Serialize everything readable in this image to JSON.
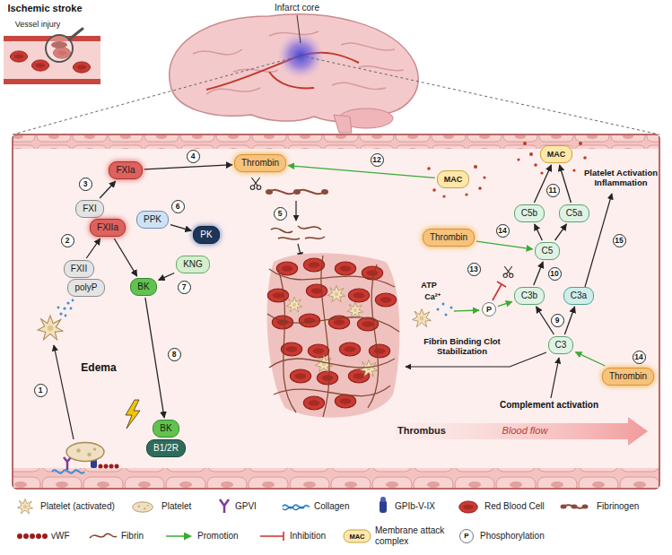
{
  "diagram": {
    "nodes": [
      {
        "text": [
          "FXII"
        ]
      },
      {
        "text": [
          "polyP"
        ]
      },
      {
        "text": [
          "FXI"
        ]
      },
      {
        "text": [
          "FXIIa"
        ]
      },
      {
        "text": [
          "PPK"
        ]
      },
      {
        "text": [
          "FXIa"
        ]
      },
      {
        "text": [
          "Thrombin"
        ]
      },
      {
        "text": [
          "PK"
        ]
      },
      {
        "text": [
          "KNG"
        ]
      },
      {
        "text": [
          "BK"
        ]
      },
      {
        "text": [
          "BK"
        ]
      },
      {
        "text": [
          "B1/2R"
        ]
      },
      {
        "text": [
          "MAC"
        ]
      },
      {
        "text": [
          "MAC"
        ]
      },
      {
        "text": [
          "C5b"
        ]
      },
      {
        "text": [
          "C5a"
        ]
      },
      {
        "text": [
          "Thrombin"
        ]
      },
      {
        "text": [
          "C5"
        ]
      },
      {
        "text": [
          "C3b"
        ]
      },
      {
        "text": [
          "C3a"
        ]
      },
      {
        "text": [
          "P"
        ]
      },
      {
        "text": [
          "C3"
        ]
      },
      {
        "text": [
          "Thrombin"
        ]
      }
    ],
    "edges": [
      {
        "from": 0,
        "to": 3,
        "arrow": "to"
      },
      {
        "from": 2,
        "to": 5,
        "arrow": "to"
      },
      {
        "from": 5,
        "to": 6,
        "arrow": "to"
      },
      {
        "from": 4,
        "to": 7,
        "arrow": "to"
      },
      {
        "from": 8,
        "to": 9,
        "arrow": "to"
      },
      {
        "from": 3,
        "to": 9,
        "arrow": "to"
      },
      {
        "from": 9,
        "to": 10,
        "arrow": "to"
      },
      {
        "from": 13,
        "to": 6,
        "arrow": "to"
      },
      {
        "from": 14,
        "to": 12,
        "arrow": "to"
      },
      {
        "from": 15,
        "to": 12,
        "arrow": "to"
      },
      {
        "from": 16,
        "to": 17,
        "arrow": "to"
      },
      {
        "from": 17,
        "to": 14,
        "arrow": "to"
      },
      {
        "from": 17,
        "to": 15,
        "arrow": "to"
      },
      {
        "from": 18,
        "to": 17,
        "arrow": "to"
      },
      {
        "from": 21,
        "to": 18,
        "arrow": "to"
      },
      {
        "from": 21,
        "to": 19,
        "arrow": "to"
      },
      {
        "from": 20,
        "to": 18,
        "arrow": "to"
      },
      {
        "from": 22,
        "to": 21,
        "arrow": "to"
      }
    ],
    "labels": [
      "Ischemic stroke",
      "Vessel injury",
      "Infarct core",
      "1",
      "2",
      "3",
      "4",
      "5",
      "6",
      "7",
      "8",
      "Edema",
      "12",
      "11",
      "Platelet Activation Inflammation",
      "15",
      "14",
      "10",
      "ATP",
      "Ca²⁺",
      "13",
      "9",
      "Fibrin Binding Clot Stabilization",
      "14",
      "Complement activation",
      "Thrombus",
      "Blood flow",
      "MAC",
      "P"
    ],
    "legend": [
      {
        "text": "Platelet (activated)"
      },
      {
        "text": "Platelet"
      },
      {
        "text": "GPVI"
      },
      {
        "text": "Collagen"
      },
      {
        "text": "GPIb-V-IX"
      },
      {
        "text": "Red Blood Cell"
      },
      {
        "text": "Fibrinogen"
      },
      {
        "text": "vWF"
      },
      {
        "text": "Fibrin"
      },
      {
        "text": "Promotion"
      },
      {
        "text": "Inhibition"
      },
      {
        "text": "Membrane attack complex"
      },
      {
        "text": "Phosphorylation"
      }
    ]
  }
}
